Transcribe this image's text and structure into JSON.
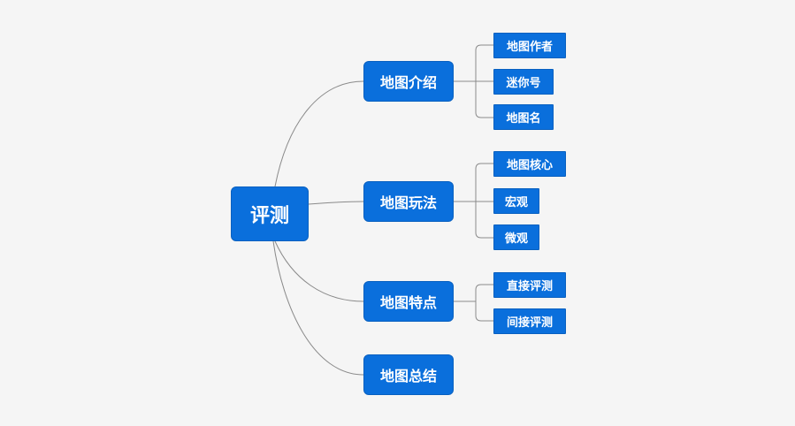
{
  "root": {
    "label": "评测"
  },
  "branches": [
    {
      "label": "地图介绍",
      "children": [
        "地图作者",
        "迷你号",
        "地图名"
      ]
    },
    {
      "label": "地图玩法",
      "children": [
        "地图核心",
        "宏观",
        "微观"
      ]
    },
    {
      "label": "地图特点",
      "children": [
        "直接评测",
        "间接评测"
      ]
    },
    {
      "label": "地图总结",
      "children": []
    }
  ],
  "colors": {
    "node_fill": "#0a6fdc",
    "node_text": "#ffffff",
    "connector": "#8a8a8a",
    "background": "#f5f5f5"
  }
}
